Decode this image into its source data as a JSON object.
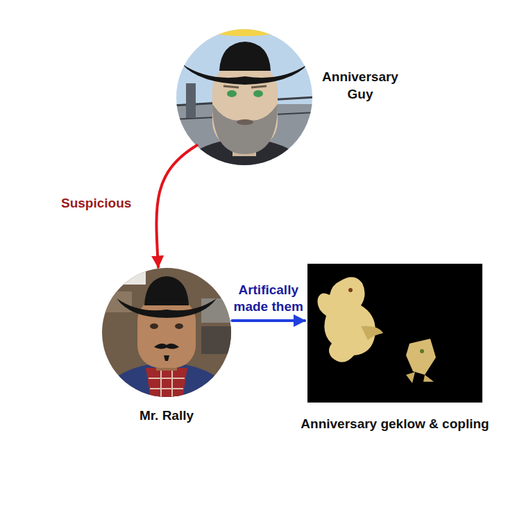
{
  "diagram": {
    "nodes": [
      {
        "text": [
          "Anniversary Guy"
        ]
      },
      {
        "text": [
          "Mr. Rally"
        ]
      },
      {
        "text": [
          "Anniversary geklow & copling"
        ]
      }
    ],
    "edges": [
      {
        "from": 0,
        "to": 1,
        "label": "Suspicious",
        "arrow": "to"
      },
      {
        "from": 1,
        "to": 2,
        "label": "Artifically made them",
        "arrow": "to"
      }
    ]
  }
}
